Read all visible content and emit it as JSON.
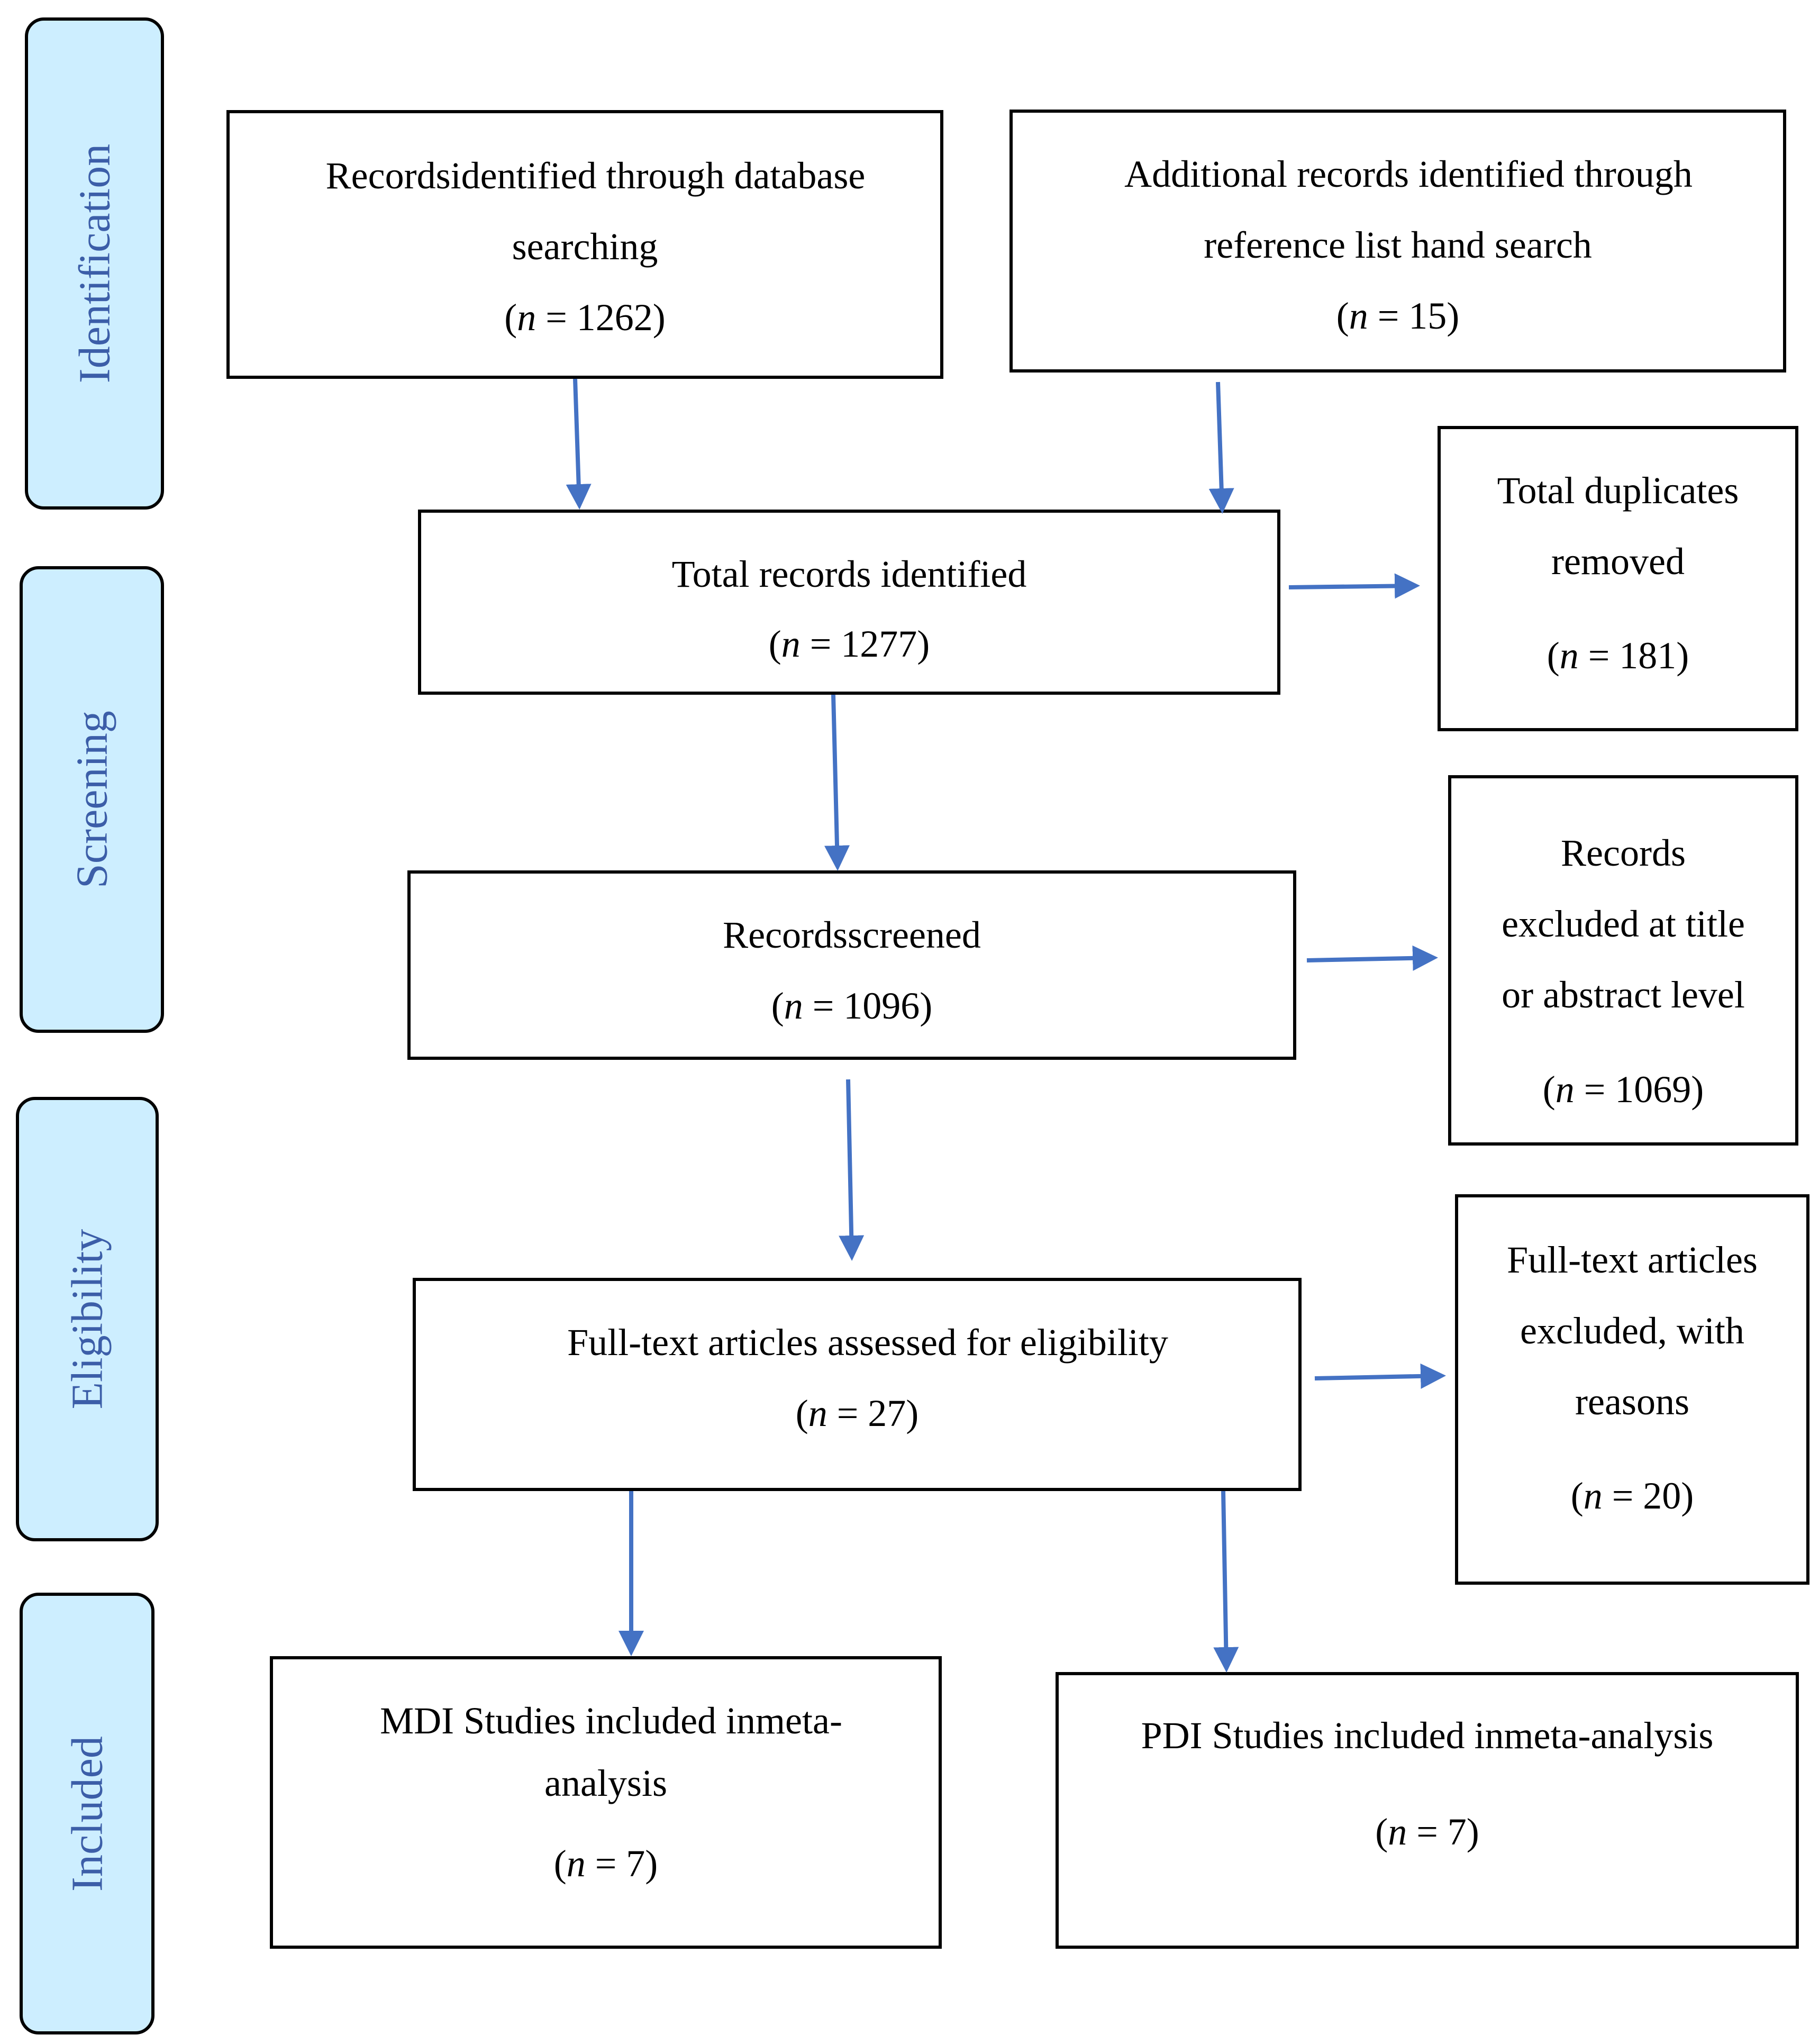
{
  "phases": {
    "identification": "Identification",
    "screening": "Screening",
    "eligibility": "Eligibility",
    "included": "Included"
  },
  "n_symbol": "n",
  "boxes": {
    "database_search": {
      "line1": "Recordsidentified through database",
      "line2": "searching",
      "n_value": "1262"
    },
    "hand_search": {
      "line1": "Additional records identified through",
      "line2": "reference list hand search",
      "n_value": "15"
    },
    "total_identified": {
      "line1": "Total records identified",
      "n_value": "1277"
    },
    "duplicates_removed": {
      "line1": "Total duplicates",
      "line2": "removed",
      "n_value": "181"
    },
    "records_screened": {
      "line1": "Recordsscreened",
      "n_value": "1096"
    },
    "excluded_title_abstract": {
      "line1": "Records",
      "line2": "excluded at title",
      "line3": "or abstract level",
      "n_value": "1069"
    },
    "full_text_assessed": {
      "line1": "Full-text articles assessed for eligibility",
      "n_value": "27"
    },
    "full_text_excluded": {
      "line1": "Full-text articles",
      "line2": "excluded, with",
      "line3": "reasons",
      "n_value": "20"
    },
    "mdi_included": {
      "line1": "MDI Studies included inmeta-",
      "line2": "analysis",
      "n_value": "7"
    },
    "pdi_included": {
      "line1": "PDI Studies included inmeta-analysis",
      "n_value": "7"
    }
  },
  "colors": {
    "phase_fill": "#cdeeff",
    "phase_text": "#3c5ea8",
    "arrow": "#4472c4",
    "border": "#000000"
  }
}
